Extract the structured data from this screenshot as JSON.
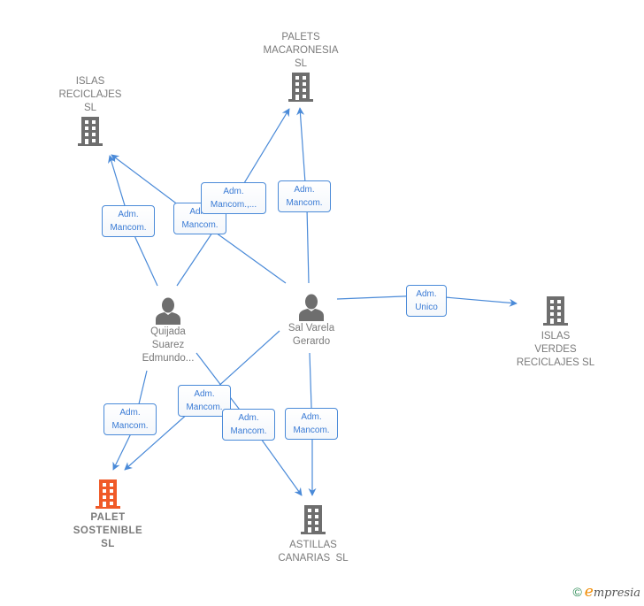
{
  "colors": {
    "edge": "#4a8ad8",
    "node_text": "#7a7a7a",
    "company_icon": "#6e6e6e",
    "focus_icon": "#f05a28",
    "label_text": "#3a7bd5"
  },
  "nodes": [
    {
      "id": "palets-macaronesia",
      "type": "company",
      "label": "PALETS\nMACARONESIA\nSL",
      "icon": "building-icon"
    },
    {
      "id": "islas-reciclajes",
      "type": "company",
      "label": "ISLAS\nRECICLAJES\nSL",
      "icon": "building-icon"
    },
    {
      "id": "quijada",
      "type": "person",
      "label": "Quijada\nSuarez\nEdmundo...",
      "icon": "person-icon"
    },
    {
      "id": "sal-varela",
      "type": "person",
      "label": "Sal Varela\nGerardo",
      "icon": "person-icon"
    },
    {
      "id": "islas-verdes",
      "type": "company",
      "label": "ISLAS\nVERDES\nRECICLAJES SL",
      "icon": "building-icon"
    },
    {
      "id": "palet-sostenible",
      "type": "focus",
      "label": "PALET\nSOSTENIBLE\nSL",
      "icon": "building-icon"
    },
    {
      "id": "astillas-canarias",
      "type": "company",
      "label": "ASTILLAS\nCANARIAS  SL",
      "icon": "building-icon"
    }
  ],
  "edges": [
    {
      "from": "quijada",
      "to": "islas-reciclajes",
      "label": "Adm.\nMancom."
    },
    {
      "from": "sal-varela",
      "to": "islas-reciclajes",
      "label": "Adm.\nMancom."
    },
    {
      "from": "quijada",
      "to": "palets-macaronesia",
      "label": "Adm.\nMancom.,..."
    },
    {
      "from": "sal-varela",
      "to": "palets-macaronesia",
      "label": "Adm.\nMancom."
    },
    {
      "from": "sal-varela",
      "to": "islas-verdes",
      "label": "Adm.\nUnico"
    },
    {
      "from": "quijada",
      "to": "palet-sostenible",
      "label": "Adm.\nMancom."
    },
    {
      "from": "sal-varela",
      "to": "palet-sostenible",
      "label": "Adm.\nMancom."
    },
    {
      "from": "quijada",
      "to": "astillas-canarias",
      "label": "Adm.\nMancom."
    },
    {
      "from": "sal-varela",
      "to": "astillas-canarias",
      "label": "Adm.\nMancom."
    }
  ],
  "footer": {
    "copyright": "©",
    "brand_initial": "e",
    "brand_rest": "mpresia"
  }
}
